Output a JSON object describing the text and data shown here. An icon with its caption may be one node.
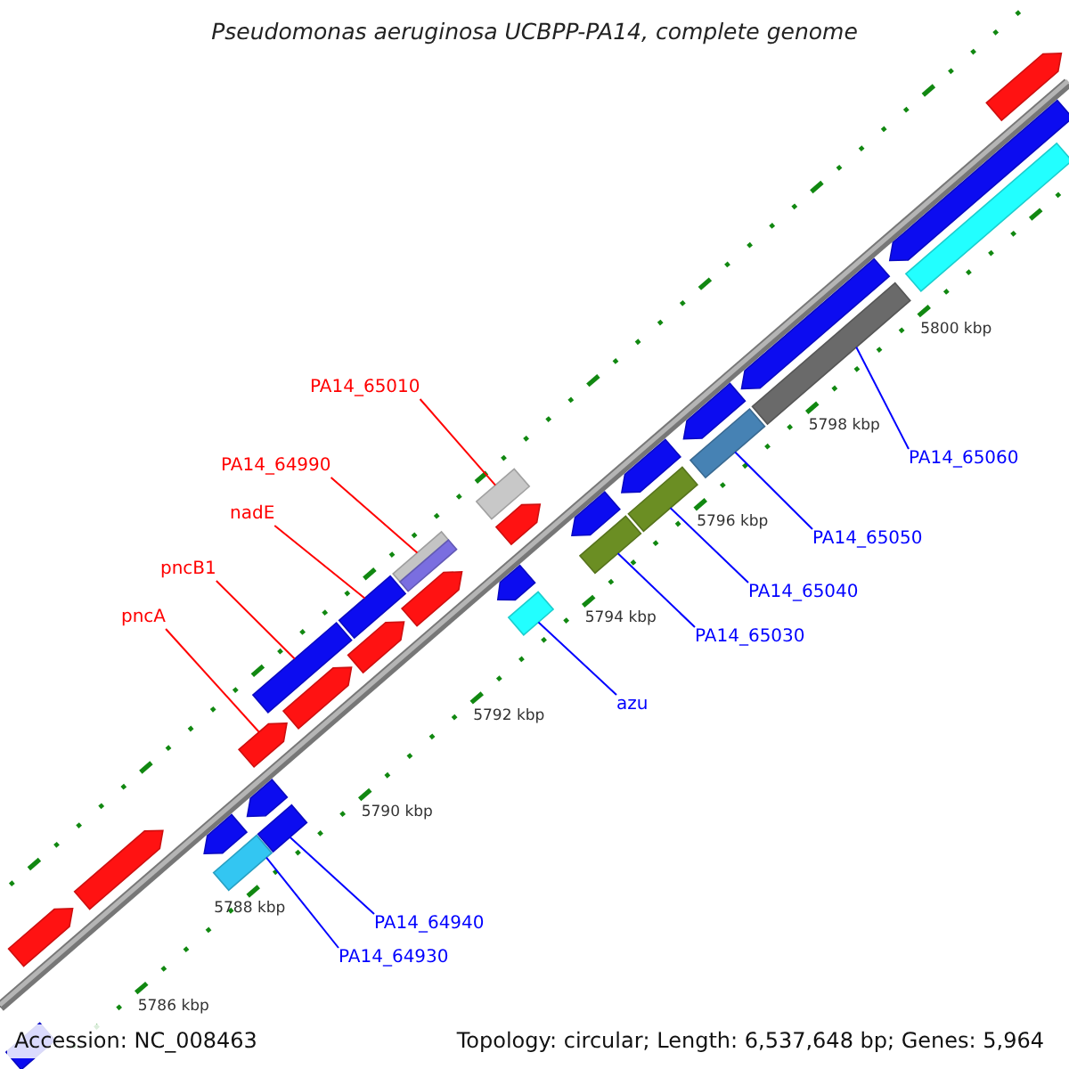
{
  "diagram": {
    "title": "Pseudomonas aeruginosa UCBPP-PA14, complete genome",
    "nodes": [
      {
        "text": [
          "PA14_65010"
        ]
      },
      {
        "text": [
          "PA14_64990"
        ]
      },
      {
        "text": [
          "nadE"
        ]
      },
      {
        "text": [
          "pncB1"
        ]
      },
      {
        "text": [
          "pncA"
        ]
      },
      {
        "text": [
          "PA14_65060"
        ]
      },
      {
        "text": [
          "PA14_65050"
        ]
      },
      {
        "text": [
          "PA14_65040"
        ]
      },
      {
        "text": [
          "PA14_65030"
        ]
      },
      {
        "text": [
          "azu"
        ]
      },
      {
        "text": [
          "PA14_64940"
        ]
      },
      {
        "text": [
          "PA14_64930"
        ]
      },
      {
        "text": [],
        "shape": "bar"
      },
      {
        "text": [],
        "shape": "pentagon"
      },
      {
        "text": [],
        "shape": "pentagon"
      },
      {
        "text": [],
        "shape": "bar"
      },
      {
        "text": [],
        "shape": "pentagon"
      },
      {
        "text": [],
        "shape": "bar"
      },
      {
        "text": [],
        "shape": "pentagon"
      },
      {
        "text": [],
        "shape": "pentagon"
      },
      {
        "text": [],
        "shape": "bar"
      },
      {
        "text": [],
        "shape": "pentagon"
      },
      {
        "text": [],
        "shape": "pentagon"
      },
      {
        "text": [],
        "shape": "bar"
      },
      {
        "text": [],
        "shape": "pentagon"
      },
      {
        "text": [],
        "shape": "bar"
      },
      {
        "text": [],
        "shape": "bar"
      },
      {
        "text": [],
        "shape": "bar"
      },
      {
        "text": [],
        "shape": "pentagon"
      },
      {
        "text": [],
        "shape": "pentagon"
      },
      {
        "text": [],
        "shape": "bar"
      },
      {
        "text": [],
        "shape": "bar"
      },
      {
        "text": [],
        "shape": "pentagon"
      },
      {
        "text": [],
        "shape": "bar"
      },
      {
        "text": [],
        "shape": "pentagon"
      },
      {
        "text": [],
        "shape": "bar"
      },
      {
        "text": [],
        "shape": "pentagon"
      },
      {
        "text": [],
        "shape": "bar"
      },
      {
        "text": [],
        "shape": "pentagon"
      },
      {
        "text": [],
        "shape": "pentagon"
      },
      {
        "text": [],
        "shape": "bar"
      },
      {
        "text": [],
        "shape": "pentagon"
      }
    ],
    "edges": [
      {
        "from": 0,
        "to": 30,
        "arrow": "none",
        "color": "#ff0000"
      },
      {
        "from": 1,
        "to": 25,
        "arrow": "none",
        "color": "#ff0000"
      },
      {
        "from": 2,
        "to": 23,
        "arrow": "none",
        "color": "#ff0000"
      },
      {
        "from": 3,
        "to": 20,
        "arrow": "none",
        "color": "#ff0000"
      },
      {
        "from": 4,
        "to": 19,
        "arrow": "none",
        "color": "#ff0000"
      },
      {
        "from": 5,
        "to": 37,
        "arrow": "none"
      },
      {
        "from": 6,
        "to": 35,
        "arrow": "none"
      },
      {
        "from": 7,
        "to": 33,
        "arrow": "none"
      },
      {
        "from": 8,
        "to": 31,
        "arrow": "none"
      },
      {
        "from": 9,
        "to": 27,
        "arrow": "none"
      },
      {
        "from": 10,
        "to": 17,
        "arrow": "none"
      },
      {
        "from": 11,
        "to": 15,
        "arrow": "none"
      }
    ],
    "labels": [
      "5800 kbp",
      "5798 kbp",
      "5796 kbp",
      "5794 kbp",
      "5792 kbp",
      "5790 kbp",
      "5788 kbp",
      "5786 kbp",
      "Accession: NC_008463",
      "Topology: circular; Length: 6,537,648 bp; Genes: 5,964"
    ]
  }
}
